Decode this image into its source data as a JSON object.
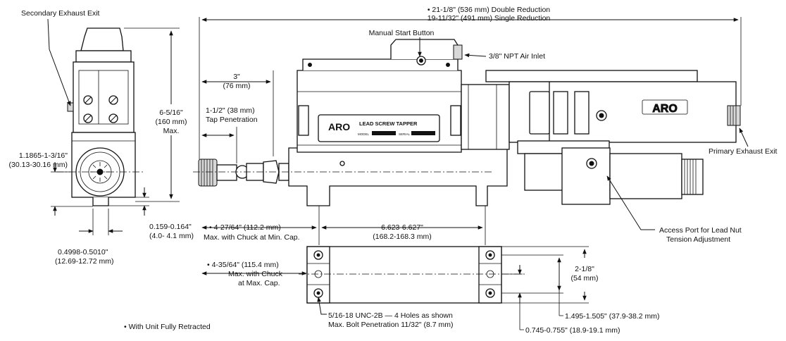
{
  "diagram": {
    "callouts": {
      "secondary_exhaust": "Secondary Exhaust Exit",
      "manual_start": "Manual Start Button",
      "air_inlet": "3/8\" NPT Air Inlet",
      "primary_exhaust": "Primary Exhaust Exit",
      "access_port_line1": "Access Port for Lead Nut",
      "access_port_line2": "Tension Adjustment",
      "with_unit_retracted": "• With Unit Fully Retracted"
    },
    "nameplate": {
      "brand": "ARO",
      "title": "LEAD SCREW TAPPER",
      "model": "MODEL",
      "serial": "SERIAL"
    },
    "rear_logo": "ARO",
    "dimensions": {
      "overall_line1": "• 21-1/8\" (536 mm) Double Reduction",
      "overall_line2": "19-11/32\" (491 mm) Single Reduction",
      "height_line1": "6-5/16\"",
      "height_line2": "(160 mm)",
      "height_line3": "Max.",
      "bore_line1": "1.1865-1-3/16\"",
      "bore_line2": "(30.13-30.16 mm)",
      "key_line1": "0.159-0.164\"",
      "key_line2": "(4.0- 4.1 mm)",
      "slot_line1": "0.4998-0.5010\"",
      "slot_line2": "(12.69-12.72 mm)",
      "tap_travel_line1": "3\"",
      "tap_travel_line2": "(76 mm)",
      "tap_pen_line1": "1-1/2\" (38 mm)",
      "tap_pen_line2": "Tap Penetration",
      "chuck_min_line1": "• 4-27/64\" (112.2 mm)",
      "chuck_min_line2": "Max. with Chuck at Min. Cap.",
      "chuck_max_line1": "• 4-35/64\" (115.4 mm)",
      "chuck_max_line2": "Max. with Chuck",
      "chuck_max_line3": "at Max. Cap.",
      "mount_spacing_line1": "6.623-6.627\"",
      "mount_spacing_line2": "(168.2-168.3 mm)",
      "plate_height_line1": "2-1/8\"",
      "plate_height_line2": "(54 mm)",
      "hole_row_line": "1.495-1.505\" (37.9-38.2 mm)",
      "hole_offset_line": "0.745-0.755\" (18.9-19.1 mm)",
      "holes_line1": "5/16-18 UNC-2B — 4 Holes as shown",
      "holes_line2": "Max. Bolt Penetration 11/32\" (8.7 mm)"
    }
  }
}
